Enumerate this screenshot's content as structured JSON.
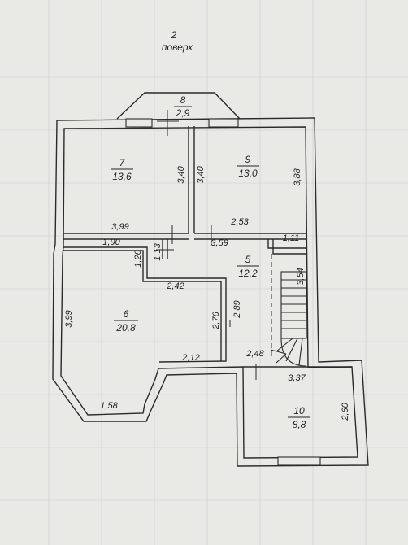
{
  "header": {
    "floor_number": "2",
    "floor_label": "поверх"
  },
  "rooms": [
    {
      "id": "7",
      "area": "13,6"
    },
    {
      "id": "9",
      "area": "13,0"
    },
    {
      "id": "8",
      "area": "2,9"
    },
    {
      "id": "5",
      "area": "12,2"
    },
    {
      "id": "6",
      "area": "20,8"
    },
    {
      "id": "10",
      "area": "8,8"
    }
  ],
  "dimensions": {
    "room7_height": "3,40",
    "room7_width": "3,99",
    "room9_height_left": "3,40",
    "room9_height_right": "3,88",
    "room9_width": "2,53",
    "hall_width": "3,59",
    "hall_right": "1,11",
    "room6_top": "1,90",
    "room6_step": "1,26",
    "corridor_step": "1,13",
    "room6_mid": "2,42",
    "room6_left": "3,99",
    "room6_right": "2,76",
    "hall_height": "2,89",
    "stair_length": "3,54",
    "room6_lower": "2,12",
    "bay_width": "1,58",
    "hall_lower": "2,48",
    "room10_width": "3,37",
    "room10_height": "2,60"
  },
  "colors": {
    "paper": "#e9e9e6",
    "wall": "#2b2b2b",
    "grid": "#c9ccd6"
  }
}
